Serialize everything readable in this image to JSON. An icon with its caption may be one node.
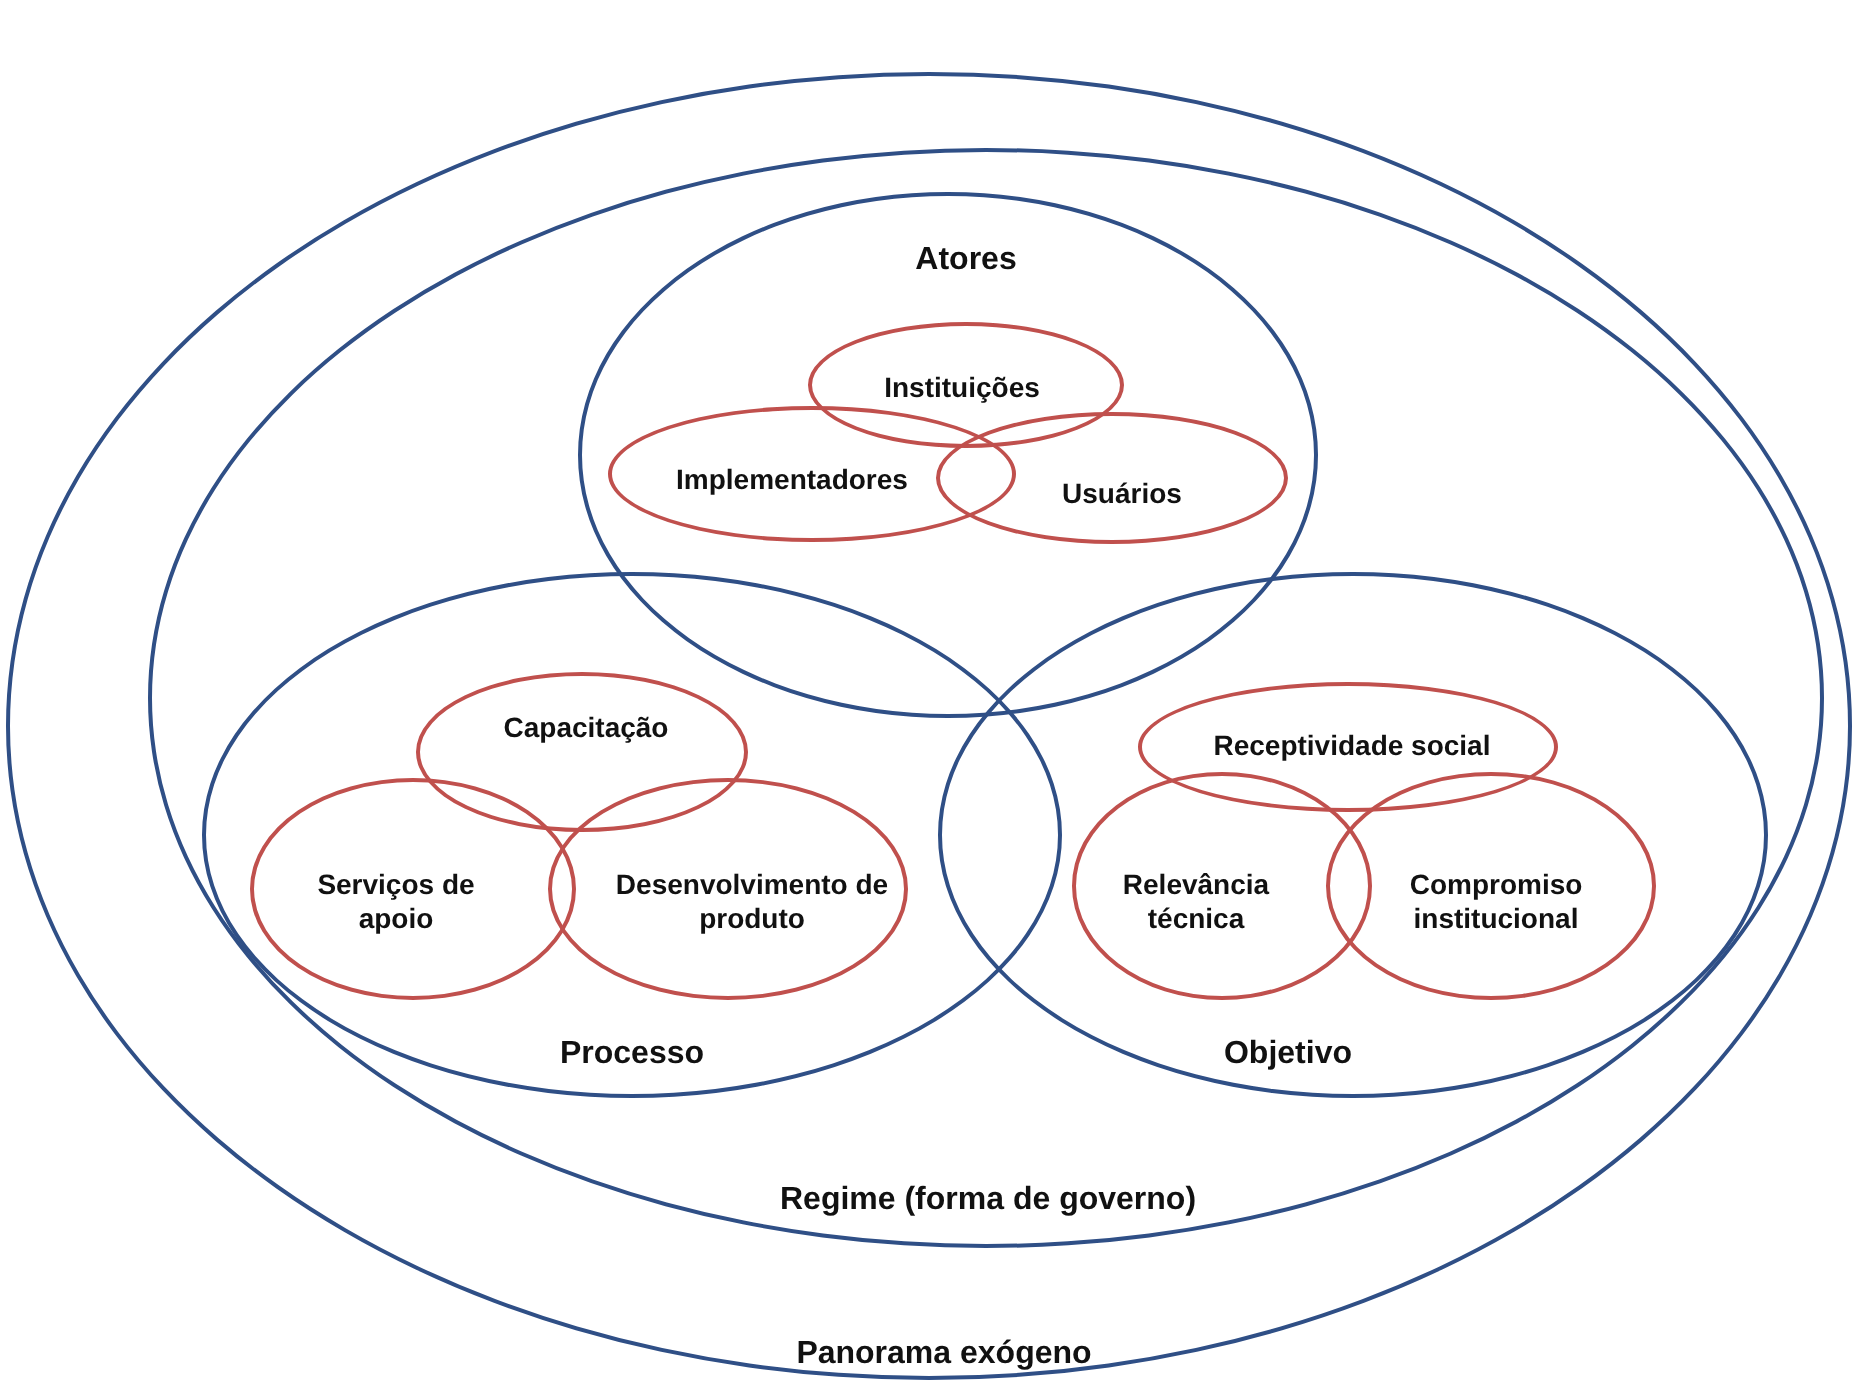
{
  "diagram": {
    "nodes": [
      {
        "text": [
          "Panorama exógeno"
        ]
      },
      {
        "text": [
          "Regime (forma de governo)"
        ],
        "in": 0
      },
      {
        "text": [
          "Atores"
        ],
        "in": 1
      },
      {
        "text": [
          "Instituições"
        ],
        "in": 2
      },
      {
        "text": [
          "Implementadores"
        ],
        "in": 2
      },
      {
        "text": [
          "Usuários"
        ],
        "in": 2
      },
      {
        "text": [
          "Processo"
        ],
        "in": 1
      },
      {
        "text": [
          "Capacitação"
        ],
        "in": 6
      },
      {
        "text": [
          "Serviços de apoio"
        ],
        "in": 6
      },
      {
        "text": [
          "Desenvolvimento de produto"
        ],
        "in": 6
      },
      {
        "text": [
          "Objetivo"
        ],
        "in": 1
      },
      {
        "text": [
          "Receptividade social"
        ],
        "in": 10
      },
      {
        "text": [
          "Relevância técnica"
        ],
        "in": 10
      },
      {
        "text": [
          "Compromiso institucional"
        ],
        "in": 10
      }
    ]
  }
}
